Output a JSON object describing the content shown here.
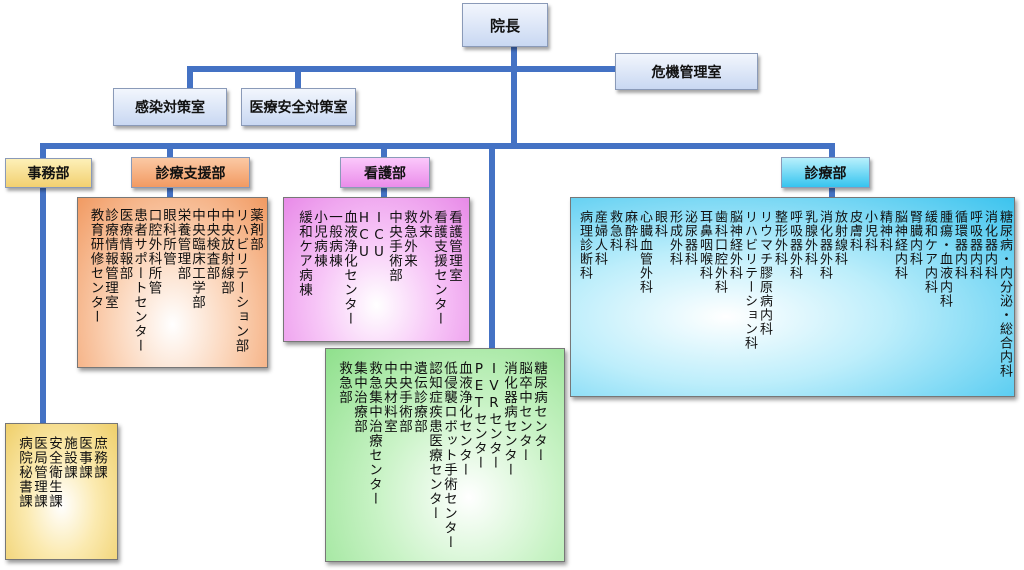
{
  "director": "院長",
  "crisis": "危機管理室",
  "infection": "感染対策室",
  "safety": "医療安全対策室",
  "departments": {
    "admin": {
      "title": "事務部",
      "items": [
        "庶務課",
        "医事課",
        "施設課",
        "安全衛生課",
        "医局管理課",
        "病院秘書課"
      ]
    },
    "support": {
      "title": "診療支援部",
      "items": [
        "薬剤部",
        "リハビリテーション部",
        "中央放射線部",
        "中央検査部",
        "中央臨床工学部",
        "栄養管理部",
        "眼科所管",
        "口腔外科所管",
        "患者サポートセンター",
        "医療情報部",
        "診療情報管理室",
        "教育研修センター"
      ]
    },
    "nursing": {
      "title": "看護部",
      "items": [
        "看護管理室",
        "看護支援センター",
        "外来",
        "救急外来",
        "中央手術部",
        "ICU",
        "HCU",
        "血液浄化センター",
        "一般病棟",
        "小児病棟",
        "緩和ケア病棟"
      ]
    },
    "centers": {
      "items": [
        "糖尿病センター",
        "脳卒中センター",
        "消化器病センター",
        "IVRセンター",
        "PETセンター",
        "血液浄化センター",
        "低侵襲ロボット手術センター",
        "認知症疾患医療センター",
        "遺伝診療部",
        "中央手術部",
        "中央材料室",
        "救急集中治療センター",
        "集中治療部",
        "救急部"
      ]
    },
    "clinical": {
      "title": "診療部",
      "items": [
        "糖尿病・内分泌・総合内科",
        "消化器内科",
        "呼吸器内科",
        "循環器内科",
        "腫瘍・血液内科",
        "緩和ケア内科",
        "腎臓内科",
        "脳神経内科",
        "精神科",
        "小児科",
        "皮膚科",
        "放射線科",
        "消化器外科",
        "乳腺外科",
        "呼吸器外科",
        "整形外科",
        "リウマチ膠原病内科",
        "リハビリテーション科",
        "脳神経外科",
        "歯科口腔外科",
        "耳鼻咽喉科",
        "泌尿器科",
        "形成外科",
        "眼科",
        "心臓血管外科",
        "麻酔科",
        "救急科",
        "産婦人科",
        "病理診断科"
      ]
    }
  },
  "colors": {
    "line": "#4472c4",
    "support": "#f29a62",
    "nursing": "#ea8cea",
    "centers": "#8fe08c",
    "clinical": "#36c4ef",
    "admin": "#efcf6a"
  }
}
